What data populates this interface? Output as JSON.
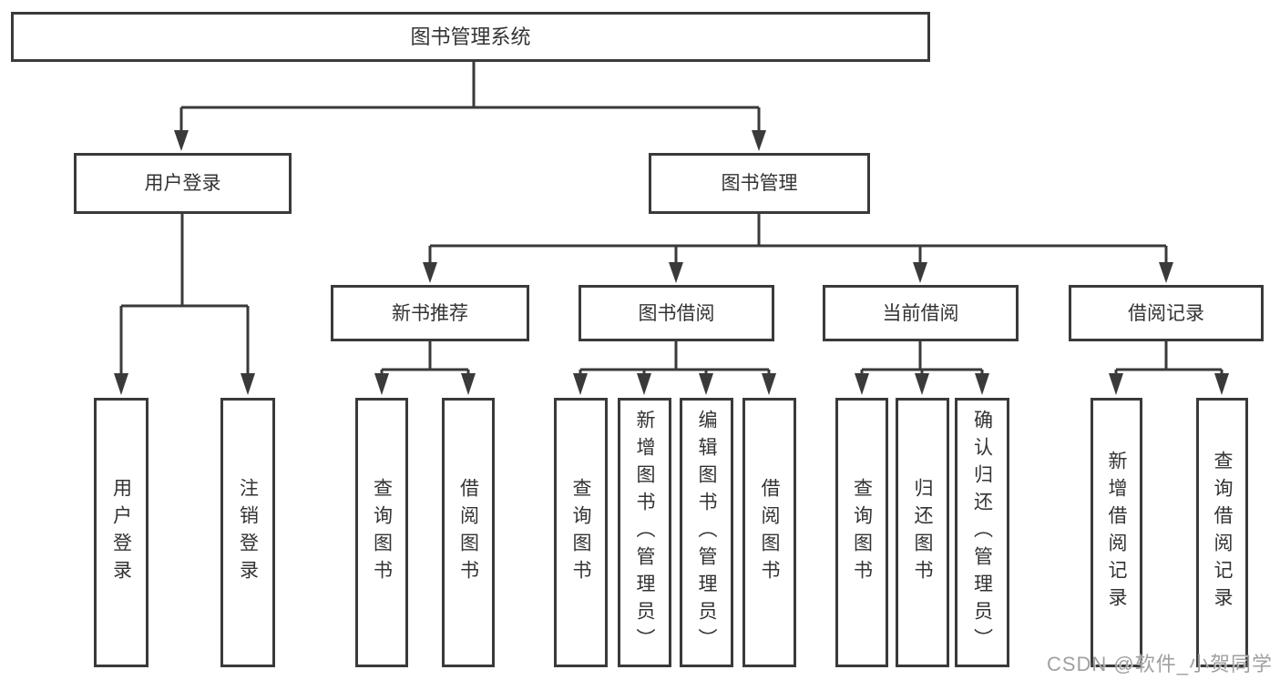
{
  "diagram": {
    "colors": {
      "line": "#3a3a3a",
      "text": "#333333",
      "background": "#ffffff",
      "watermark": "#a0a0a0"
    },
    "root": {
      "label": "图书管理系统"
    },
    "branches": [
      {
        "label": "用户登录",
        "children": [
          {
            "label": "用户登录"
          },
          {
            "label": "注销登录"
          }
        ]
      },
      {
        "label": "图书管理",
        "children": [
          {
            "label": "新书推荐",
            "children": [
              {
                "label": "查询图书"
              },
              {
                "label": "借阅图书"
              }
            ]
          },
          {
            "label": "图书借阅",
            "children": [
              {
                "label": "查询图书"
              },
              {
                "label": "新增图书（管理员）"
              },
              {
                "label": "编辑图书（管理员）"
              },
              {
                "label": "借阅图书"
              }
            ]
          },
          {
            "label": "当前借阅",
            "children": [
              {
                "label": "查询图书"
              },
              {
                "label": "归还图书"
              },
              {
                "label": "确认归还（管理员）"
              }
            ]
          },
          {
            "label": "借阅记录",
            "children": [
              {
                "label": "新增借阅记录"
              },
              {
                "label": "查询借阅记录"
              }
            ]
          }
        ]
      }
    ]
  },
  "watermark": {
    "text": "CSDN @软件_小贺同学"
  }
}
